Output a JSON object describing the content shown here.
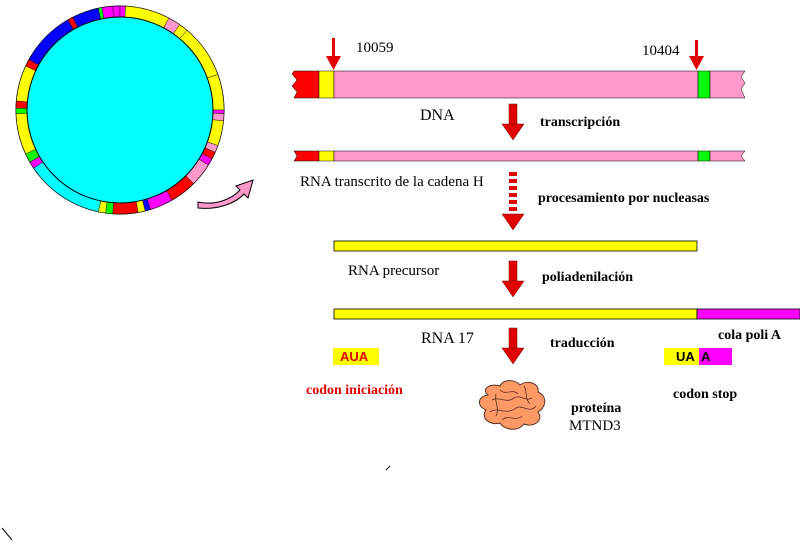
{
  "colors": {
    "cyan": "#00ffff",
    "pink": "#ff99cc",
    "yellow": "#ffff00",
    "red": "#ff0000",
    "green": "#00ff00",
    "magenta": "#ff00ff",
    "blue": "#0000ff",
    "arrow_red": "#e00000",
    "protein": "#ff9966",
    "text_red": "#e00000"
  },
  "positions": {
    "start": "10059",
    "end": "10404"
  },
  "labels": {
    "dna": "DNA",
    "transcription": "transcripción",
    "rna_transcript": "RNA transcrito de la cadena H",
    "nuclease_processing": "procesamiento por nucleasas",
    "rna_precursor": "RNA precursor",
    "polyadenylation": "poliadenilación",
    "rna17": "RNA 17",
    "translation": "traducción",
    "poly_a_tail": "cola poli A",
    "start_codon_text": "AUA",
    "start_codon_label": "codon iniciación",
    "stop_codon_ua": "UA",
    "stop_codon_a": "A",
    "stop_codon_label": "codon stop",
    "protein_line1": "proteína",
    "protein_line2": "MTND3"
  },
  "icons": {
    "genome": "circular-mtdna-icon",
    "pointer": "curved-arrow-icon",
    "protein": "folded-protein-icon"
  }
}
